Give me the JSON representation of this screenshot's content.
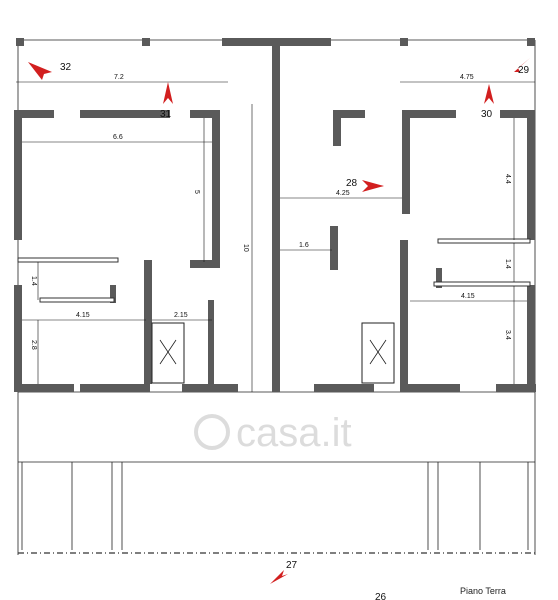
{
  "drawing": {
    "title": "Piano Terra",
    "watermark": "casa.it"
  },
  "markers": [
    "32",
    "31",
    "30",
    "29",
    "28",
    "27",
    "26"
  ],
  "dimensions": {
    "top_left_width": "7.2",
    "top_right_width": "4.75",
    "left_room_width": "6.6",
    "left_room_height": "5",
    "center_height": "10",
    "center_room_width": "4.25",
    "corridor_width": "1.6",
    "left_lower_small": "1.4",
    "left_lower_width": "4.15",
    "stair_width": "2.15",
    "left_bottom_height": "2.8",
    "right_upper_height": "4.4",
    "right_mid_height": "1.4",
    "right_lower_width": "4.15",
    "right_bottom_height": "3.4"
  },
  "colors": {
    "wall": "#5a5a5a",
    "arrow": "#d21f1f",
    "watermark": "#d9d9d9"
  }
}
